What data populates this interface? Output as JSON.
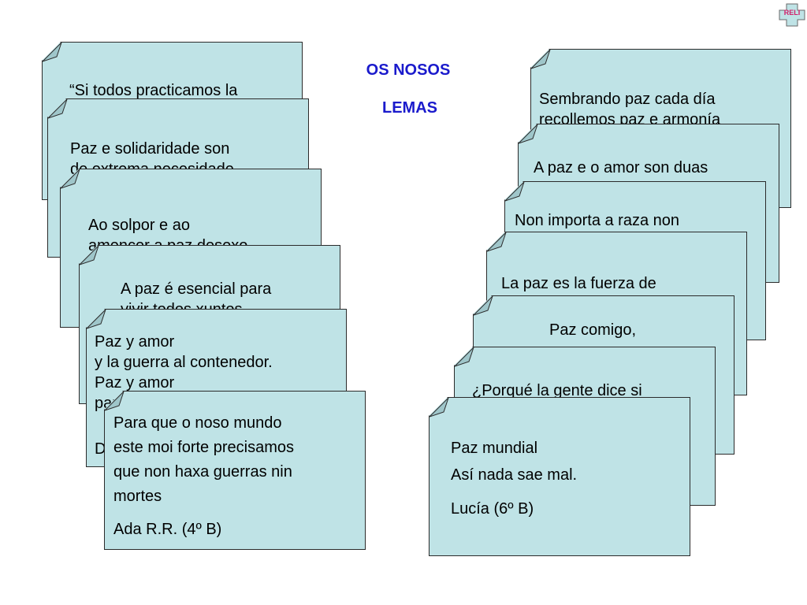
{
  "title": {
    "line1": "OS NOSOS",
    "line2": "LEMAS"
  },
  "badge": {
    "label": "RELI"
  },
  "notes_left": [
    {
      "text": "“Si todos practicamos la"
    },
    {
      "text": "Paz e solidaridade son\nde extrema necesidade"
    },
    {
      "text": "Ao solpor e ao\namencer a paz desexo"
    },
    {
      "text": "A paz é esencial para\nvivir todos xuntos"
    },
    {
      "text": "Paz y amor\ny la guerra al contenedor.\nPaz y amor\npara el mundo mejor.",
      "sig": "D"
    },
    {
      "text": "Para que o noso mundo\neste moi forte precisamos\nque non haxa guerras nin\nmortes",
      "sig": "Ada R.R. (4º B)"
    }
  ],
  "notes_right": [
    {
      "text": "Sembrando paz cada día\nrecollemos paz e armonía"
    },
    {
      "text": "A paz e o amor son duas"
    },
    {
      "text": "Non importa a raza non\nimportan os colores somos"
    },
    {
      "text": "La paz es la fuerza de\nvivir en armonía"
    },
    {
      "text": "Paz comigo,"
    },
    {
      "text": "¿Porqué la gente dice si\nquiere a la guerra?"
    },
    {
      "text": "Paz mundial\nAsí nada sae mal.",
      "sig": "Lucía (6º B)"
    }
  ]
}
